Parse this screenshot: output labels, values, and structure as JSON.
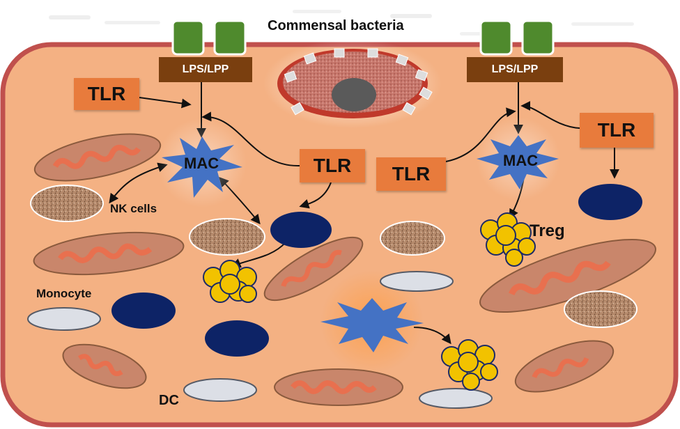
{
  "labels": {
    "commensal": "Commensal bacteria",
    "lps_left": "LPS/LPP",
    "lps_right": "LPS/LPP",
    "tlr_1": "TLR",
    "tlr_2": "TLR",
    "tlr_3": "TLR",
    "tlr_4": "TLR",
    "mac_left": "MAC",
    "mac_right": "MAC",
    "nk_cells": "NK cells",
    "treg": "Treg",
    "monocyte": "Monocyte",
    "dc": "DC"
  },
  "colors": {
    "tissue_fill": "#f4b183",
    "tissue_border": "#c0504d",
    "tlr_box": "#e87b3c",
    "lps_box": "#7a3f0f",
    "bacteria": "#4f8a2d",
    "mac_star": "#4472c4",
    "dark_cell": "#0d2366",
    "treg_cluster": "#f2c200",
    "nk_cell": "#b8876a",
    "spindle_cell": "#c9866b",
    "dc_cell": "#dcdfe6"
  }
}
